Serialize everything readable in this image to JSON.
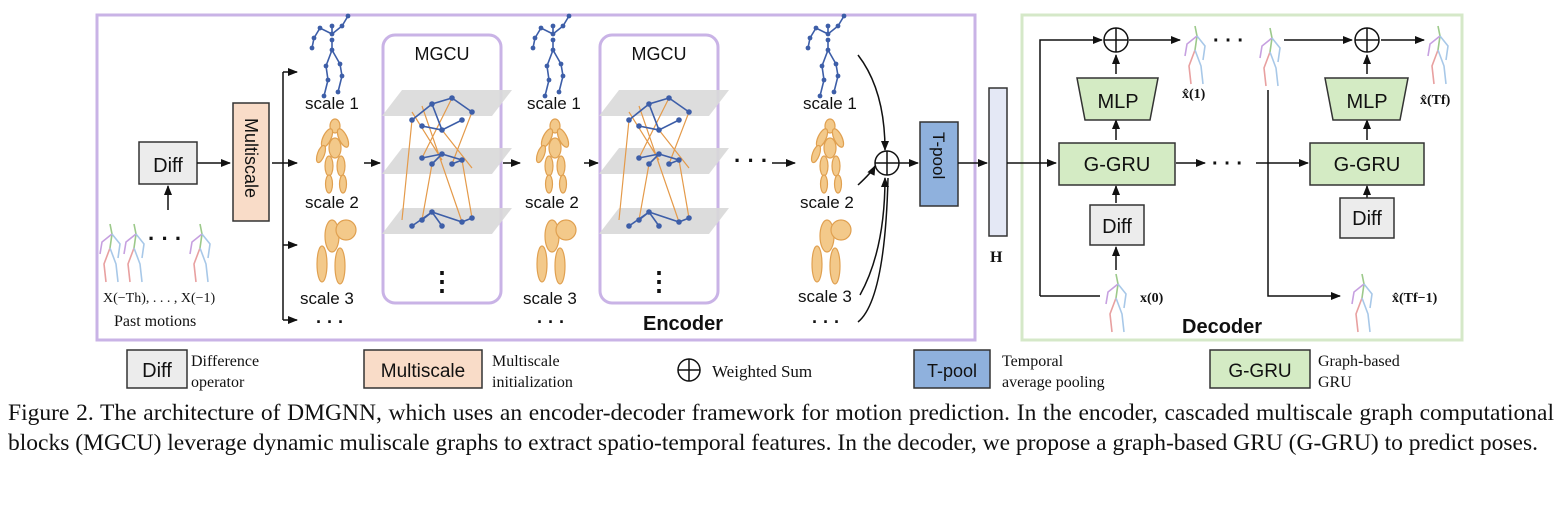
{
  "encoder": {
    "title": "Encoder",
    "diff_label": "Diff",
    "multiscale_label": "Multiscale",
    "mgcu_labels": [
      "MGCU",
      "MGCU"
    ],
    "scale_labels": [
      "scale 1",
      "scale 2",
      "scale 3"
    ],
    "past_motions_math": "X(−Th), . . . , X(−1)",
    "past_motions_label": "Past motions",
    "ellipsis": "· · ·",
    "vdots": "⋮"
  },
  "center": {
    "tpool_label": "T-pool",
    "h_label": "H"
  },
  "decoder": {
    "title": "Decoder",
    "mlp_label": "MLP",
    "ggru_label": "G-GRU",
    "diff_label": "Diff",
    "x0_label": "x(0)",
    "x1_label": "x̂(1)",
    "xT_label": "x̂(Tf)",
    "xT1_label": "x̂(Tf−1)",
    "ellipsis": "· · ·"
  },
  "legend": {
    "items": [
      {
        "box": "Diff",
        "desc1": "Difference",
        "desc2": "operator"
      },
      {
        "box": "Multiscale",
        "desc1": "Multiscale",
        "desc2": "initialization"
      },
      {
        "box": "⊕",
        "desc1": "Weighted Sum",
        "desc2": ""
      },
      {
        "box": "T-pool",
        "desc1": "Temporal",
        "desc2": "average pooling"
      },
      {
        "box": "G-GRU",
        "desc1": "Graph-based",
        "desc2": "GRU"
      }
    ]
  },
  "caption": "Figure 2. The architecture of DMGNN, which uses an encoder-decoder framework for motion prediction. In the encoder, cascaded multiscale graph computational blocks (MGCU) leverage dynamic muliscale graphs to extract spatio-temporal features. In the decoder, we propose a graph-based GRU (G-GRU) to predict poses.",
  "colors": {
    "encoder_border": "#c9b3e6",
    "decoder_border": "#d5e8c8",
    "multiscale_fill": "#f9dcc8",
    "tpool_fill": "#8fb1dd",
    "ggru_fill": "#d4ebc4",
    "mlp_fill": "#d4ebc4",
    "diff_fill": "#ececec",
    "body_part": "#f3c98a",
    "joint": "#3d5ea8",
    "mgcu_plane": "#d9d9d9"
  }
}
